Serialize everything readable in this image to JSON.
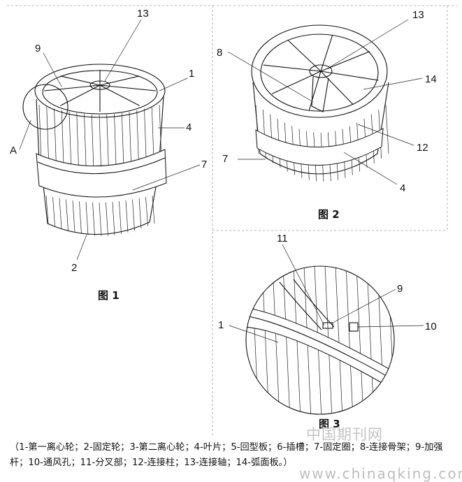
{
  "figure1": {
    "caption": "图 1",
    "labels": {
      "l13": "13",
      "l9": "9",
      "l1": "1",
      "l4": "4",
      "lA": "A",
      "l7": "7",
      "l2": "2"
    }
  },
  "figure2": {
    "caption": "图 2",
    "labels": {
      "l13": "13",
      "l8": "8",
      "l14": "14",
      "l7": "7",
      "l12": "12",
      "l4": "4"
    }
  },
  "figure3": {
    "caption": "图 3",
    "labels": {
      "l11": "11",
      "l9": "9",
      "l10": "10",
      "l1": "1"
    }
  },
  "legend": {
    "text": "（1-第一离心轮；2-固定轮；3-第二离心轮；4-叶片；5-回型板；6-插槽；7-固定圈；8-连接骨架；9-加强杆；10-通风孔；11-分叉部；12-连接柱；13-连接轴；14-弧面板。）"
  },
  "watermark": {
    "cn": "中国期刊网",
    "url": "www.chinaqking.com"
  }
}
